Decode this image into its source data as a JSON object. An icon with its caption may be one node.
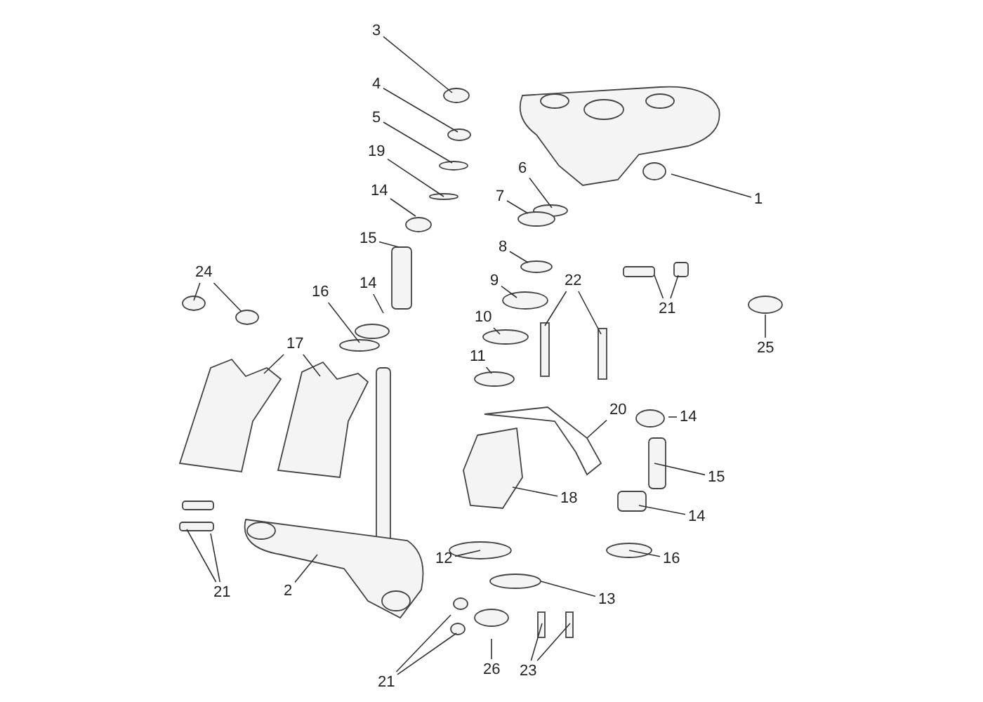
{
  "diagram": {
    "nodes": [
      {
        "text": [
          "3"
        ]
      },
      {
        "text": [
          "4"
        ]
      },
      {
        "text": [
          "5"
        ]
      },
      {
        "text": [
          "19"
        ]
      },
      {
        "text": [
          "14"
        ]
      },
      {
        "text": [
          "15"
        ]
      },
      {
        "text": [
          "6"
        ]
      },
      {
        "text": [
          "7"
        ]
      },
      {
        "text": [
          "8"
        ]
      },
      {
        "text": [
          "9"
        ]
      },
      {
        "text": [
          "10"
        ]
      },
      {
        "text": [
          "11"
        ]
      },
      {
        "text": [
          "14"
        ]
      },
      {
        "text": [
          "16"
        ]
      },
      {
        "text": [
          "24"
        ]
      },
      {
        "text": [
          "17"
        ]
      },
      {
        "text": [
          "1"
        ]
      },
      {
        "text": [
          "21"
        ]
      },
      {
        "text": [
          "22"
        ]
      },
      {
        "text": [
          "25"
        ]
      },
      {
        "text": [
          "20"
        ]
      },
      {
        "text": [
          "14"
        ]
      },
      {
        "text": [
          "15"
        ]
      },
      {
        "text": [
          "18"
        ]
      },
      {
        "text": [
          "14"
        ]
      },
      {
        "text": [
          "16"
        ]
      },
      {
        "text": [
          "12"
        ]
      },
      {
        "text": [
          "13"
        ]
      },
      {
        "text": [
          "21"
        ]
      },
      {
        "text": [
          "2"
        ]
      },
      {
        "text": [
          "21"
        ]
      },
      {
        "text": [
          "26"
        ]
      },
      {
        "text": [
          "23"
        ]
      }
    ],
    "edges": [
      {
        "from": 0,
        "to": null,
        "arrow": "none"
      },
      {
        "from": 1,
        "to": null,
        "arrow": "none"
      },
      {
        "from": 2,
        "to": null,
        "arrow": "none"
      },
      {
        "from": 3,
        "to": null,
        "arrow": "none"
      },
      {
        "from": 4,
        "to": null,
        "arrow": "none"
      },
      {
        "from": 5,
        "to": null,
        "arrow": "none"
      },
      {
        "from": 6,
        "to": null,
        "arrow": "none"
      },
      {
        "from": 7,
        "to": null,
        "arrow": "none"
      },
      {
        "from": 8,
        "to": null,
        "arrow": "none"
      },
      {
        "from": 9,
        "to": null,
        "arrow": "none"
      },
      {
        "from": 10,
        "to": null,
        "arrow": "none"
      },
      {
        "from": 11,
        "to": null,
        "arrow": "none"
      },
      {
        "from": 12,
        "to": null,
        "arrow": "none"
      },
      {
        "from": 13,
        "to": null,
        "arrow": "none"
      },
      {
        "from": 14,
        "to": null,
        "arrow": "none"
      },
      {
        "from": 14,
        "to": null,
        "arrow": "none"
      },
      {
        "from": 15,
        "to": null,
        "arrow": "none"
      },
      {
        "from": 15,
        "to": null,
        "arrow": "none"
      },
      {
        "from": 16,
        "to": null,
        "arrow": "none"
      },
      {
        "from": 17,
        "to": null,
        "arrow": "none"
      },
      {
        "from": 17,
        "to": null,
        "arrow": "none"
      },
      {
        "from": 18,
        "to": null,
        "arrow": "none"
      },
      {
        "from": 18,
        "to": null,
        "arrow": "none"
      },
      {
        "from": 19,
        "to": null,
        "arrow": "none"
      },
      {
        "from": 20,
        "to": null,
        "arrow": "none"
      },
      {
        "from": 21,
        "to": null,
        "arrow": "none"
      },
      {
        "from": 22,
        "to": null,
        "arrow": "none"
      },
      {
        "from": 23,
        "to": null,
        "arrow": "none"
      },
      {
        "from": 24,
        "to": null,
        "arrow": "none"
      },
      {
        "from": 25,
        "to": null,
        "arrow": "none"
      },
      {
        "from": 26,
        "to": null,
        "arrow": "none"
      },
      {
        "from": 27,
        "to": null,
        "arrow": "none"
      },
      {
        "from": 28,
        "to": null,
        "arrow": "none"
      },
      {
        "from": 28,
        "to": null,
        "arrow": "none"
      },
      {
        "from": 29,
        "to": null,
        "arrow": "none"
      },
      {
        "from": 30,
        "to": null,
        "arrow": "none"
      },
      {
        "from": 30,
        "to": null,
        "arrow": "none"
      },
      {
        "from": 31,
        "to": null,
        "arrow": "none"
      },
      {
        "from": 32,
        "to": null,
        "arrow": "none"
      },
      {
        "from": 32,
        "to": null,
        "arrow": "none"
      }
    ]
  }
}
